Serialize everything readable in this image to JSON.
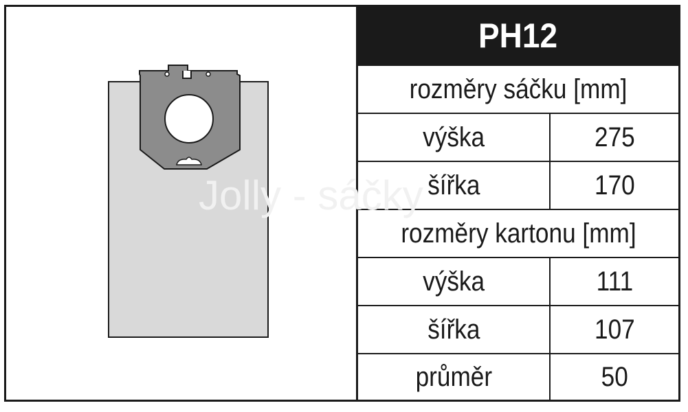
{
  "title": "PH12",
  "watermark": "Jolly - sáčky",
  "bag_section": {
    "heading": "rozměry sáčku [mm]",
    "rows": [
      {
        "label": "výška",
        "value": "275"
      },
      {
        "label": "šířka",
        "value": "170"
      }
    ]
  },
  "carton_section": {
    "heading": "rozměry kartonu [mm]",
    "rows": [
      {
        "label": "výška",
        "value": "111"
      },
      {
        "label": "šířka",
        "value": "107"
      },
      {
        "label": "průměr",
        "value": "50"
      }
    ]
  },
  "colors": {
    "border": "#1a1a1a",
    "bag_fill": "#d9d9d9",
    "collar_fill": "#8c8c8c"
  },
  "illustration": "vacuum-bag-icon"
}
